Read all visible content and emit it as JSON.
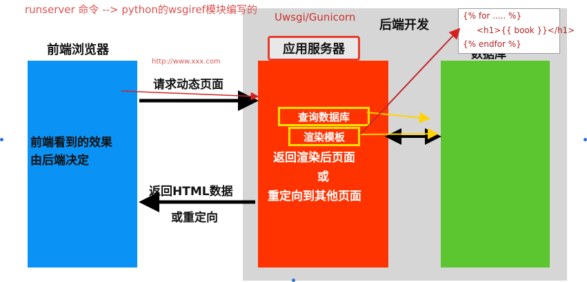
{
  "top_note": "runserver 命令 --> python的wsgiref模块编写的",
  "backend": {
    "server_software": "Uwsgi/Gunicorn",
    "title": "后端开发"
  },
  "browser": {
    "title": "前端浏览器",
    "box_text_line1": "前端看到的效果",
    "box_text_line2": "由后端决定",
    "color": "#0a93f5"
  },
  "server": {
    "title": "应用服务器",
    "query_db": "查询数据库",
    "render_template": "渲染模板",
    "return_rendered": "返回渲染后页面",
    "or": "或",
    "redirect_other": "重定向到其他页面",
    "color": "#ff3300"
  },
  "database": {
    "label": "数据库",
    "color": "#5bc630"
  },
  "request": {
    "url": "http://www.xxx.com",
    "label": "请求动态页面"
  },
  "response": {
    "label_line1": "返回HTML数据",
    "label_line2": "或重定向"
  },
  "template_popup": {
    "line1": "{% for ..... %}",
    "line2": "<h1>{{ book }}</h1>",
    "line3": "{% endfor %}"
  }
}
